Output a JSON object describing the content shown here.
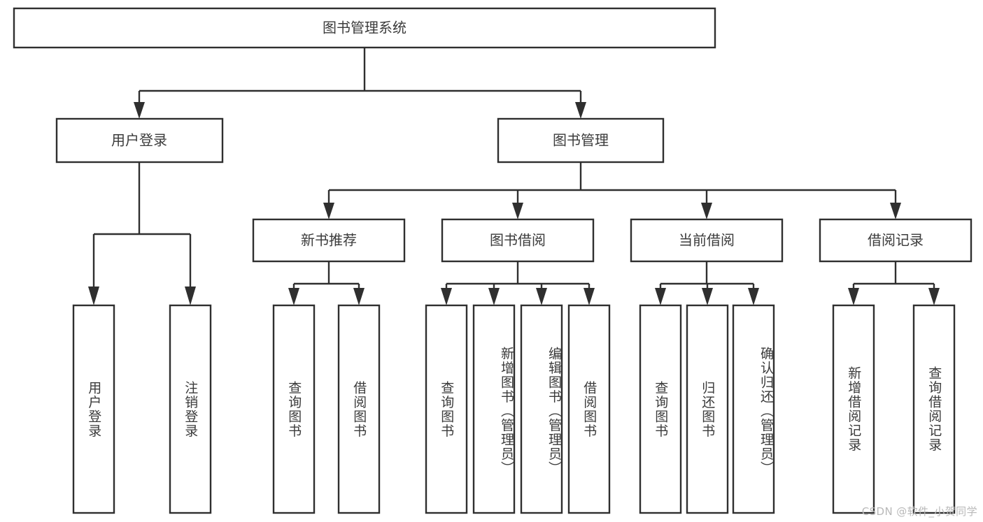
{
  "diagram": {
    "title": "图书管理系统",
    "type": "hierarchy-tree",
    "root": {
      "id": "root",
      "label": "图书管理系统"
    },
    "level2": [
      {
        "id": "user-login",
        "label": "用户登录"
      },
      {
        "id": "book-manage",
        "label": "图书管理"
      }
    ],
    "level3": [
      {
        "id": "new-book-recommend",
        "label": "新书推荐",
        "parent": "book-manage"
      },
      {
        "id": "book-borrow",
        "label": "图书借阅",
        "parent": "book-manage"
      },
      {
        "id": "current-borrow",
        "label": "当前借阅",
        "parent": "book-manage"
      },
      {
        "id": "borrow-record",
        "label": "借阅记录",
        "parent": "book-manage"
      }
    ],
    "leaves": [
      {
        "id": "leaf-user-login",
        "label": "用户登录",
        "parent": "user-login"
      },
      {
        "id": "leaf-user-logout",
        "label": "注销登录",
        "parent": "user-login"
      },
      {
        "id": "leaf-query-book-1",
        "label": "查询图书",
        "parent": "new-book-recommend"
      },
      {
        "id": "leaf-borrow-book-1",
        "label": "借阅图书",
        "parent": "new-book-recommend"
      },
      {
        "id": "leaf-query-book-2",
        "label": "查询图书",
        "parent": "book-borrow"
      },
      {
        "id": "leaf-add-book",
        "label": "新增图书（管理员）",
        "parent": "book-borrow"
      },
      {
        "id": "leaf-edit-book",
        "label": "编辑图书（管理员）",
        "parent": "book-borrow"
      },
      {
        "id": "leaf-borrow-book-2",
        "label": "借阅图书",
        "parent": "book-borrow"
      },
      {
        "id": "leaf-query-book-3",
        "label": "查询图书",
        "parent": "current-borrow"
      },
      {
        "id": "leaf-return-book",
        "label": "归还图书",
        "parent": "current-borrow"
      },
      {
        "id": "leaf-confirm-return",
        "label": "确认归还（管理员）",
        "parent": "current-borrow"
      },
      {
        "id": "leaf-add-record",
        "label": "新增借阅记录",
        "parent": "borrow-record"
      },
      {
        "id": "leaf-query-record",
        "label": "查询借阅记录",
        "parent": "borrow-record"
      }
    ],
    "colors": {
      "stroke": "#2f2f2f",
      "fill": "#ffffff",
      "text": "#3b3b3b",
      "watermark": "#b9b9b9"
    }
  },
  "watermark": {
    "text": "CSDN @软件_小贺同学"
  }
}
